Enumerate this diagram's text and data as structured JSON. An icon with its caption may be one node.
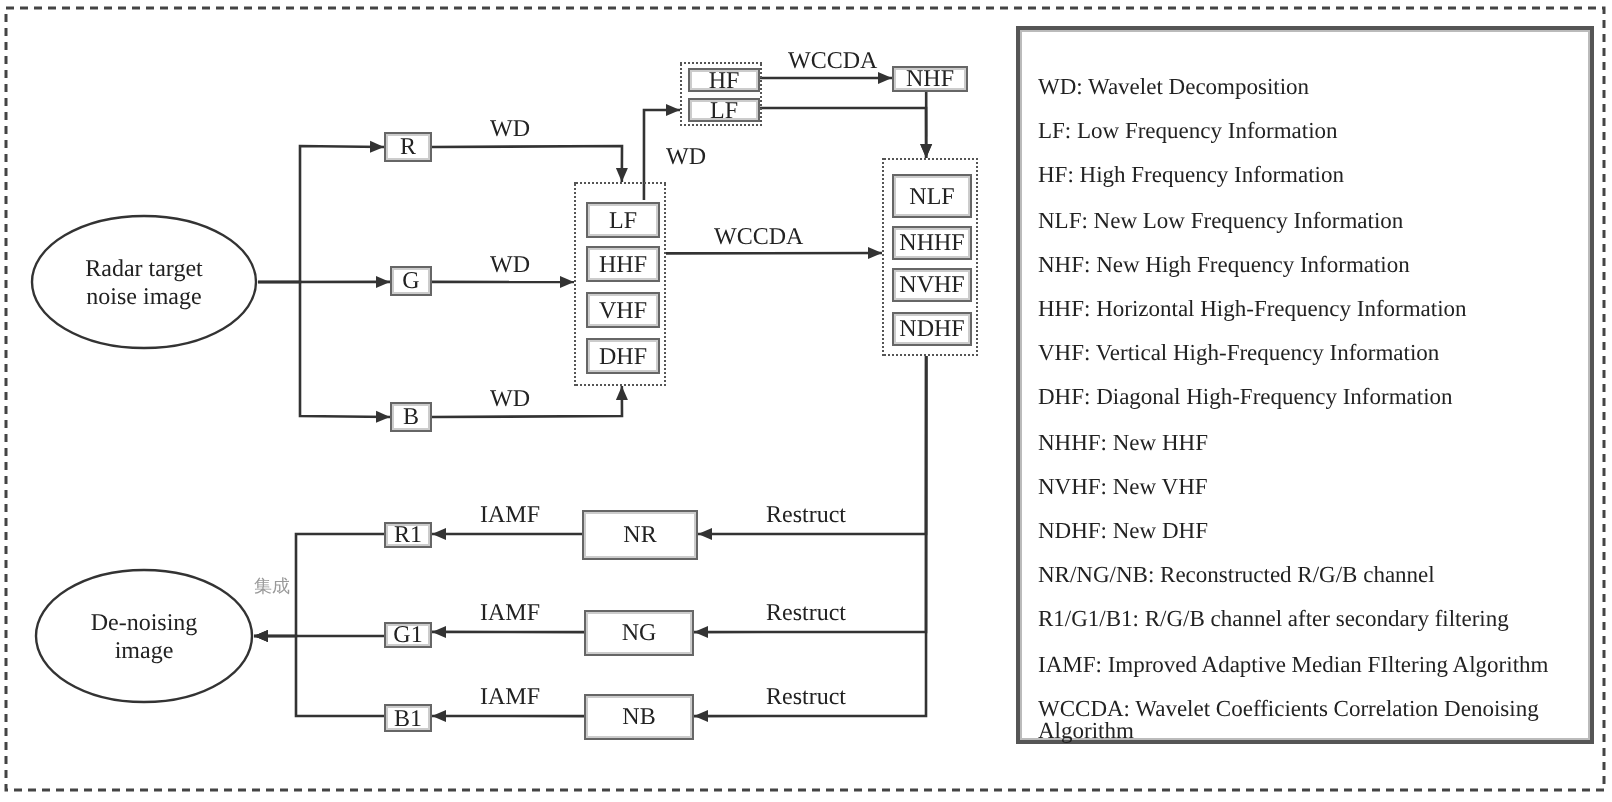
{
  "diagram": {
    "nodes": [
      {
        "text": [
          "Radar target noise image"
        ]
      },
      {
        "text": [
          "R"
        ]
      },
      {
        "text": [
          "G"
        ]
      },
      {
        "text": [
          "B"
        ]
      },
      {
        "text": [],
        "shape": "box"
      },
      {
        "text": [
          "LF"
        ],
        "in": 4
      },
      {
        "text": [
          "HHF"
        ],
        "in": 4
      },
      {
        "text": [
          "VHF"
        ],
        "in": 4
      },
      {
        "text": [
          "DHF"
        ],
        "in": 4
      },
      {
        "text": [],
        "shape": "box"
      },
      {
        "text": [
          "HF"
        ],
        "in": 9
      },
      {
        "text": [
          "LF"
        ],
        "in": 9
      },
      {
        "text": [
          "NHF"
        ]
      },
      {
        "text": [],
        "shape": "box"
      },
      {
        "text": [
          "NLF"
        ],
        "in": 13
      },
      {
        "text": [
          "NHHF"
        ],
        "in": 13
      },
      {
        "text": [
          "NVHF"
        ],
        "in": 13
      },
      {
        "text": [
          "NDHF"
        ],
        "in": 13
      },
      {
        "text": [
          "NR"
        ]
      },
      {
        "text": [
          "NG"
        ]
      },
      {
        "text": [
          "NB"
        ]
      },
      {
        "text": [
          "R1"
        ]
      },
      {
        "text": [
          "G1"
        ]
      },
      {
        "text": [
          "B1"
        ]
      },
      {
        "text": [
          "De-noising image"
        ]
      },
      {
        "text": [
          "WD: Wavelet Decomposition",
          "LF: Low Frequency Information",
          "HF: High Frequency Information",
          "NLF: New Low Frequency Information",
          "NHF: New High Frequency Information",
          "HHF: Horizontal High-Frequency Information",
          "VHF: Vertical High-Frequency Information",
          "DHF: Diagonal High-Frequency Information",
          "NHHF: New HHF",
          "NVHF: New VHF",
          "NDHF: New DHF",
          "NR/NG/NB: Reconstructed R/G/B channel",
          "R1/G1/B1: R/G/B channel after secondary filtering",
          "IAMF: Improved Adaptive Median FIltering Algorithm",
          "WCCDA: Wavelet Coefficients Correlation Denoising Algorithm"
        ]
      }
    ],
    "edges": [
      {
        "from": 0,
        "to": 1,
        "arrow": "to"
      },
      {
        "from": 0,
        "to": 2,
        "arrow": "to"
      },
      {
        "from": 0,
        "to": 3,
        "arrow": "to"
      },
      {
        "from": 1,
        "to": 4,
        "arrow": "to",
        "label": "WD"
      },
      {
        "from": 2,
        "to": 4,
        "arrow": "to",
        "label": "WD"
      },
      {
        "from": 3,
        "to": 4,
        "arrow": "to",
        "label": "WD"
      },
      {
        "from": 5,
        "to": 9,
        "arrow": "to",
        "label": "WD"
      },
      {
        "from": 10,
        "to": 12,
        "arrow": "to",
        "label": "WCCDA"
      },
      {
        "from": 11,
        "to": 13,
        "arrow": "to"
      },
      {
        "from": 12,
        "to": 13,
        "arrow": "to"
      },
      {
        "from": 4,
        "to": 13,
        "arrow": "to",
        "label": "WCCDA"
      },
      {
        "from": 13,
        "to": 18,
        "arrow": "to",
        "label": "Restruct"
      },
      {
        "from": 13,
        "to": 19,
        "arrow": "to",
        "label": "Restruct"
      },
      {
        "from": 13,
        "to": 20,
        "arrow": "to",
        "label": "Restruct"
      },
      {
        "from": 18,
        "to": 21,
        "arrow": "to",
        "label": "IAMF"
      },
      {
        "from": 19,
        "to": 22,
        "arrow": "to",
        "label": "IAMF"
      },
      {
        "from": 20,
        "to": 23,
        "arrow": "to",
        "label": "IAMF"
      },
      {
        "from": 21,
        "to": 24,
        "arrow": "to"
      },
      {
        "from": 22,
        "to": 24,
        "arrow": "to"
      },
      {
        "from": 23,
        "to": 24,
        "arrow": "to"
      }
    ],
    "labels": [
      "集成"
    ]
  }
}
